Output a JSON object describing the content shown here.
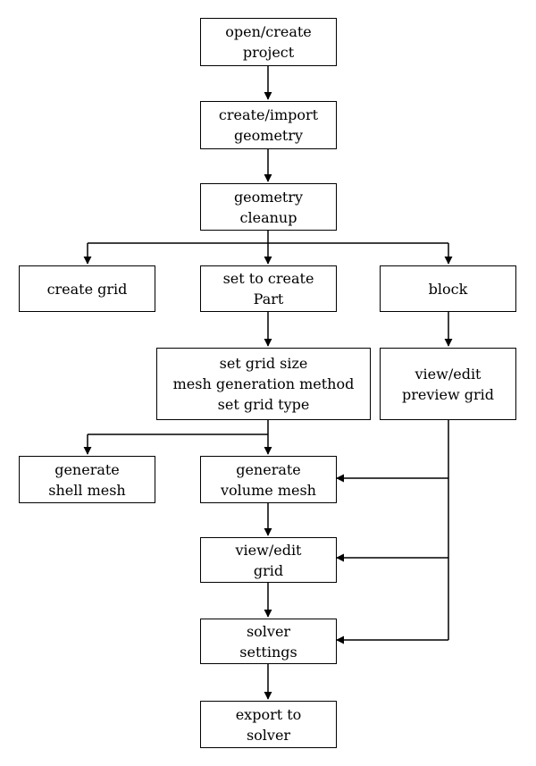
{
  "nodes": {
    "open_project": [
      "open/create",
      "project"
    ],
    "import_geometry": [
      "create/import",
      "geometry"
    ],
    "geometry_cleanup": [
      "geometry",
      "cleanup"
    ],
    "create_grid": [
      "create grid"
    ],
    "create_part": [
      "set to create",
      "Part"
    ],
    "block": [
      "block"
    ],
    "grid_settings": [
      "set grid size",
      "mesh generation method",
      "set grid type"
    ],
    "preview_grid": [
      "view/edit",
      "preview grid"
    ],
    "shell_mesh": [
      "generate",
      "shell mesh"
    ],
    "volume_mesh": [
      "generate",
      "volume mesh"
    ],
    "edit_grid": [
      "view/edit",
      "grid"
    ],
    "solver_settings": [
      "solver",
      "settings"
    ],
    "export_solver": [
      "export to",
      "solver"
    ]
  },
  "edges": [
    [
      "open_project",
      "import_geometry"
    ],
    [
      "import_geometry",
      "geometry_cleanup"
    ],
    [
      "geometry_cleanup",
      "create_grid"
    ],
    [
      "geometry_cleanup",
      "create_part"
    ],
    [
      "geometry_cleanup",
      "block"
    ],
    [
      "create_part",
      "grid_settings"
    ],
    [
      "block",
      "preview_grid"
    ],
    [
      "grid_settings",
      "shell_mesh"
    ],
    [
      "grid_settings",
      "volume_mesh"
    ],
    [
      "preview_grid",
      "volume_mesh"
    ],
    [
      "preview_grid",
      "edit_grid"
    ],
    [
      "preview_grid",
      "solver_settings"
    ],
    [
      "volume_mesh",
      "edit_grid"
    ],
    [
      "edit_grid",
      "solver_settings"
    ],
    [
      "solver_settings",
      "export_solver"
    ]
  ],
  "colors": {
    "line": "#000000",
    "box_border": "#000000",
    "box_fill": "#ffffff",
    "text": "#000000"
  }
}
